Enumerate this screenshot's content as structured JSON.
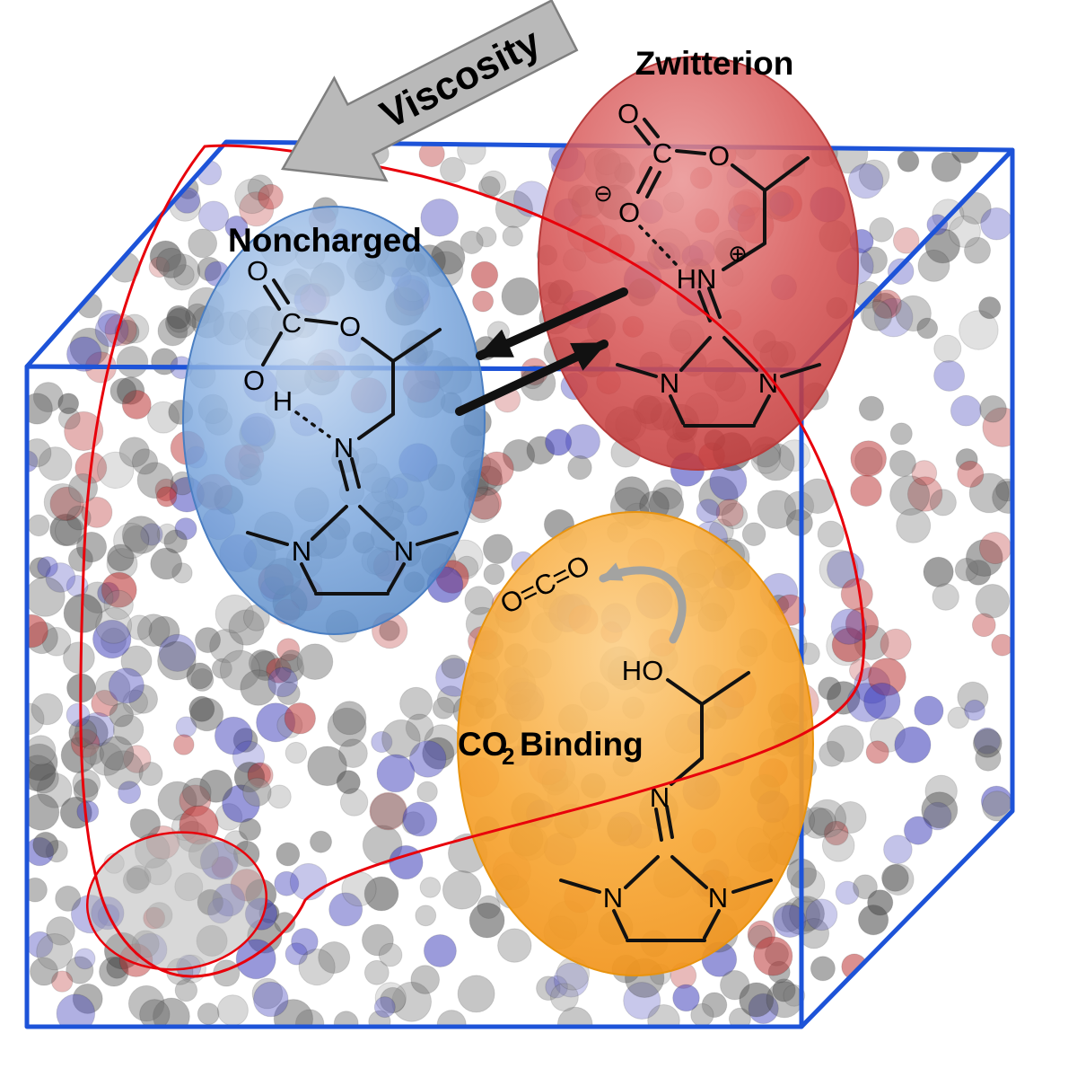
{
  "labels": {
    "viscosity": "Viscosity",
    "zwitterion": "Zwitterion",
    "noncharged": "Noncharged",
    "co2_prefix": "CO",
    "co2_sub": "2",
    "co2_suffix": "Binding"
  },
  "atoms": {
    "O": "O",
    "C": "C",
    "N": "N",
    "H": "H",
    "HN": "HN",
    "HO": "HO",
    "plus": "⊕",
    "minus": "⊖",
    "free_co2": "O=C=O"
  },
  "colors": {
    "box_edge": "#1d53d8",
    "loop": "#e8000b",
    "viscosity_arrow": "#b9b9b9",
    "equilibrium_arrow": "#111111",
    "release_arrow": "#9aa0a6",
    "ellipse_blue": "#6b9bd8",
    "ellipse_red": "#d04545",
    "ellipse_orange": "#f6a22e"
  },
  "particles": {
    "count": 820,
    "gray_shades": [
      "#4f4f4f",
      "#6e6e6e",
      "#8f8f8f"
    ],
    "blue": "#4343bb",
    "red": "#bb3434",
    "weight_blue": 0.19,
    "weight_red": 0.13
  }
}
